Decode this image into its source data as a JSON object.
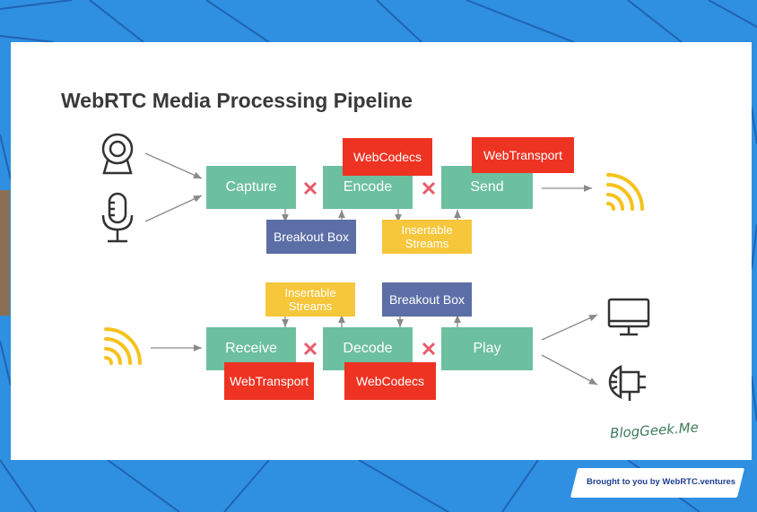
{
  "slide": {
    "title": "WebRTC Media Processing Pipeline",
    "brand": "BlogGeek.Me"
  },
  "send_pipeline": {
    "stages": [
      "Capture",
      "Encode",
      "Send"
    ],
    "webcodecs": "WebCodecs",
    "webtransport": "WebTransport",
    "breakout_box": "Breakout Box",
    "insertable_streams": "Insertable\nStreams"
  },
  "receive_pipeline": {
    "stages": [
      "Receive",
      "Decode",
      "Play"
    ],
    "webcodecs": "WebCodecs",
    "webtransport": "WebTransport",
    "breakout_box": "Breakout Box",
    "insertable_streams": "Insertable\nStreams"
  },
  "icons": {
    "webcam": "webcam-icon",
    "microphone": "microphone-icon",
    "signal_out": "wifi-signal-icon",
    "signal_in": "wifi-signal-icon",
    "monitor": "monitor-icon",
    "speaker": "speaker-icon",
    "cut": "x-mark-icon"
  },
  "colors": {
    "stage": "#6cc0a0",
    "webcodecs_webtransport": "#ee3322",
    "breakout_box": "#5b6ea6",
    "insertable_streams": "#f6c63b",
    "signal": "#f5c21b",
    "cut": "#e85a6a",
    "background": "#2f8fe0"
  },
  "footer": {
    "text": "Brought to you by WebRTC.ventures"
  }
}
